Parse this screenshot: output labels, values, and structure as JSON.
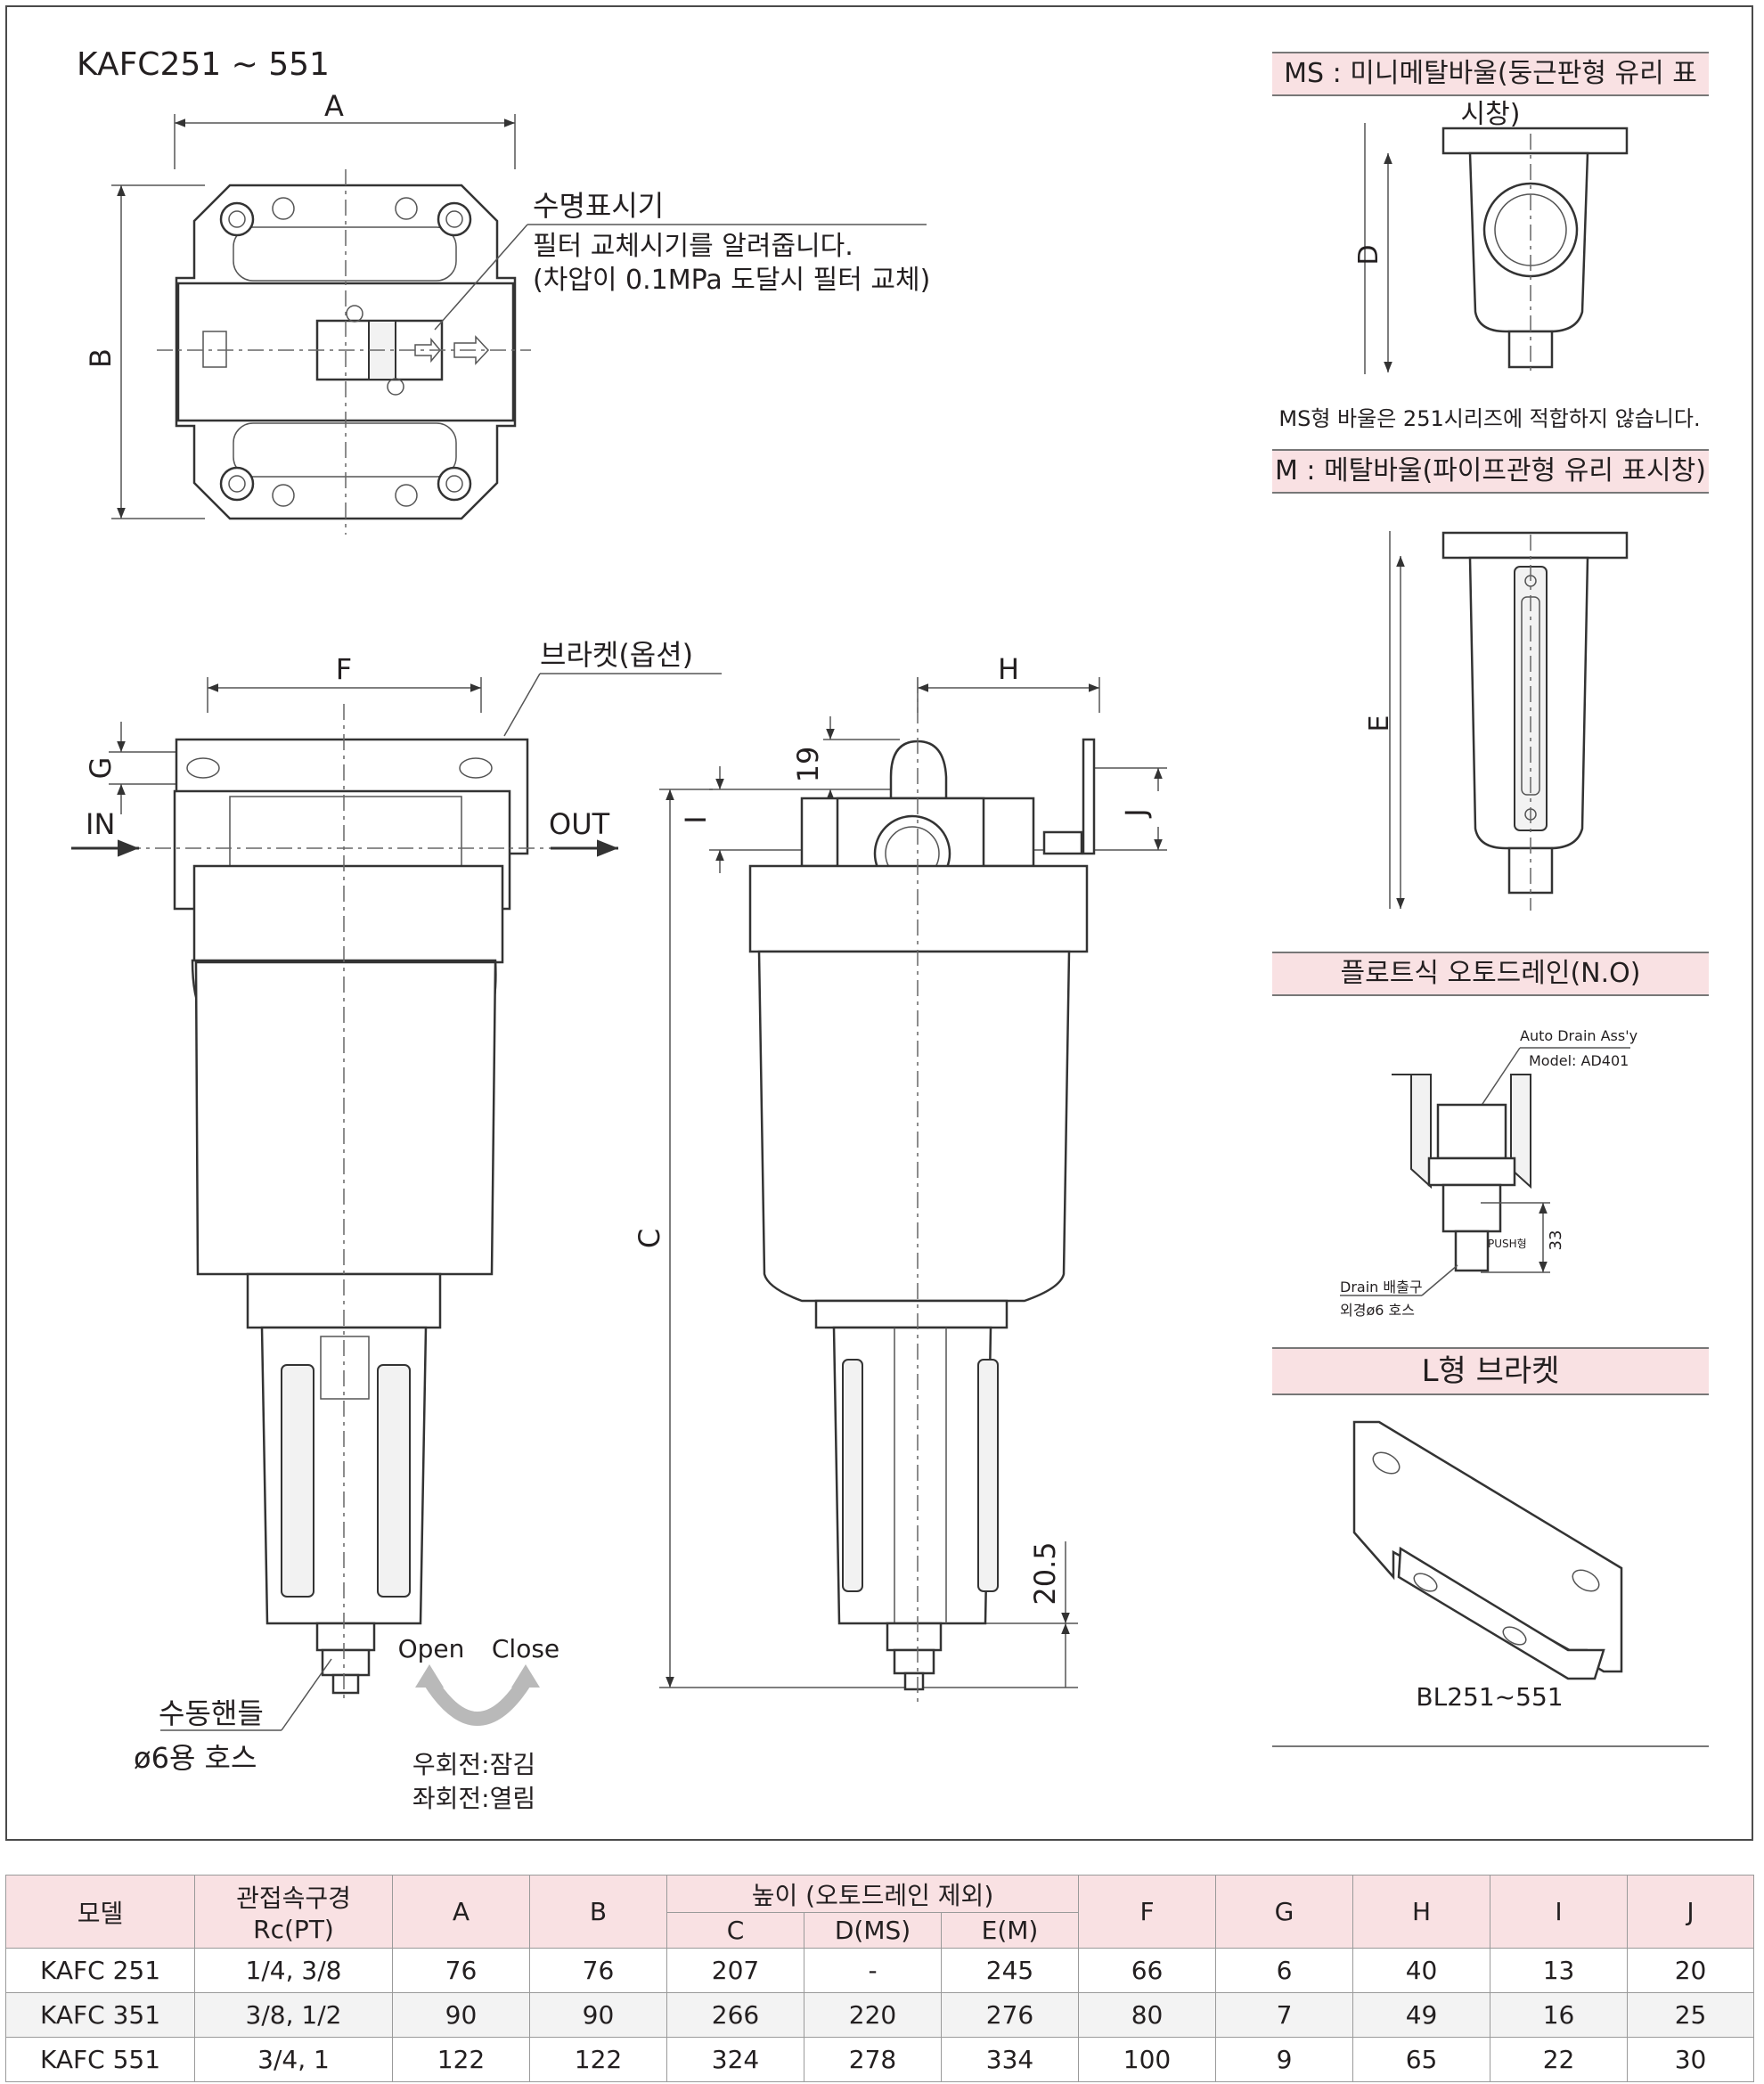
{
  "model_title": "KAFC251 ~ 551",
  "dims": {
    "A": "A",
    "B": "B",
    "C": "C",
    "D": "D",
    "E": "E",
    "F": "F",
    "G": "G",
    "H": "H",
    "I": "I",
    "J": "J",
    "d19": "19",
    "d205": "20.5",
    "d33": "33"
  },
  "indicator": {
    "title": "수명표시기",
    "line1": "필터 교체시기를 알려줍니다.",
    "line2": "(차압이 0.1MPa 도달시 필터 교체)"
  },
  "bracket_option": "브라켓(옵션)",
  "port_in": "IN",
  "port_out": "OUT",
  "manual": {
    "line1": "수동핸들",
    "line2": "ø6용 호스"
  },
  "rotation": {
    "open": "Open",
    "close": "Close",
    "cw": "우회전:잠김",
    "ccw": "좌회전:열림"
  },
  "panels": {
    "ms_header": "MS : 미니메탈바울(둥근판형 유리 표시창)",
    "ms_note": "MS형 바울은 251시리즈에 적합하지 않습니다.",
    "m_header": "M : 메탈바울(파이프관형 유리 표시창)",
    "drain_header": "플로트식 오토드레인(N.O)",
    "drain_assy": "Auto Drain Ass'y",
    "drain_model": "Model: AD401",
    "drain_push": "PUSH형",
    "drain_outlet": "Drain 배출구",
    "drain_od": "외경ø6 호스",
    "bracket_header": "L형 브라켓",
    "bracket_model": "BL251~551"
  },
  "table": {
    "h_model": "모델",
    "h_conn1": "관접속구경",
    "h_conn2": "Rc(PT)",
    "h_A": "A",
    "h_B": "B",
    "h_height": "높이 (오토드레인 제외)",
    "h_C": "C",
    "h_D": "D(MS)",
    "h_E": "E(M)",
    "h_F": "F",
    "h_G": "G",
    "h_H": "H",
    "h_I": "I",
    "h_J": "J",
    "rows": [
      [
        "KAFC 251",
        "1/4, 3/8",
        "76",
        "76",
        "207",
        "-",
        "245",
        "66",
        "6",
        "40",
        "13",
        "20"
      ],
      [
        "KAFC 351",
        "3/8, 1/2",
        "90",
        "90",
        "266",
        "220",
        "276",
        "80",
        "7",
        "49",
        "16",
        "25"
      ],
      [
        "KAFC 551",
        "3/4, 1",
        "122",
        "122",
        "324",
        "278",
        "334",
        "100",
        "9",
        "65",
        "22",
        "30"
      ]
    ]
  },
  "colors": {
    "header_bg": "#f9e1e3",
    "alt_row": "#f3f3f3",
    "line": "#333333"
  }
}
